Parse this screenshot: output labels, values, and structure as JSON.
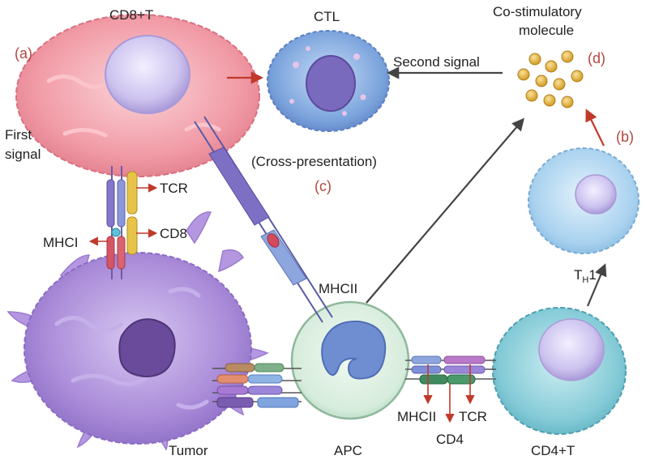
{
  "labels": {
    "cd8_t": "CD8+T",
    "ctl": "CTL",
    "costim_line1": "Co-stimulatory",
    "costim_line2": "molecule",
    "second_signal": "Second signal",
    "first_signal_line1": "First",
    "first_signal_line2": "signal",
    "cross_presentation": "(Cross-presentation)",
    "tcr_top": "TCR",
    "mhci": "MHCI",
    "cd8": "CD8",
    "mhcii_mid": "MHCII",
    "th1_main": "T",
    "th1_sub": "H",
    "th1_suffix": "1",
    "tumor": "Tumor",
    "apc": "APC",
    "mhcii_bottom": "MHCII",
    "tcr_bottom": "TCR",
    "cd4": "CD4",
    "cd4_t": "CD4+T"
  },
  "panel_tags": {
    "a": "(a)",
    "b": "(b)",
    "c": "(c)",
    "d": "(d)"
  },
  "colors": {
    "cd8_cell": "#f19ba6",
    "ctl_cell": "#7aa3dc",
    "tumor_cell": "#a98ad8",
    "apc_cell": "#d6ecdc",
    "th1_cell": "#a9d2ef",
    "cd4_cell": "#83cad6",
    "nucleus": "#cdc3ef",
    "accent_red": "#c0392b",
    "arrow_dark": "#444444",
    "costim_dot": "#e3b53f"
  }
}
